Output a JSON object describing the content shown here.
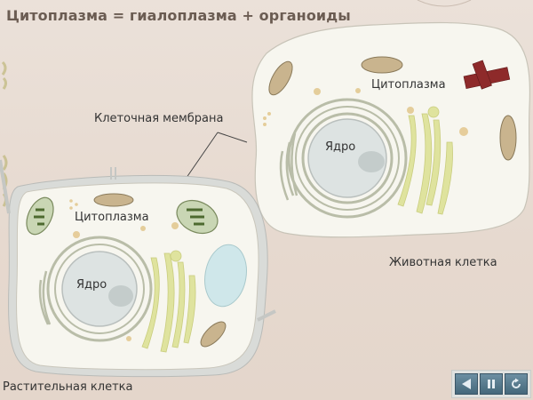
{
  "title": "Цитоплазма = гиалоплазма + органоиды",
  "labels": {
    "membrane": "Клеточная мембрана",
    "animal_cytoplasm": "Цитоплазма",
    "animal_nucleus": "Ядро",
    "animal_cell": "Животная клетка",
    "plant_cytoplasm": "Цитоплазма",
    "plant_nucleus": "Ядро",
    "plant_cell": "Растительная клетка"
  },
  "controls": [
    {
      "name": "back-button",
      "icon": "back-triangle-icon"
    },
    {
      "name": "pause-button",
      "icon": "pause-icon"
    },
    {
      "name": "replay-button",
      "icon": "replay-icon"
    }
  ],
  "colors": {
    "background": "#e8dcd3",
    "cell_fill": "#f7f6ef",
    "cell_wall": "#d9dbd8",
    "nucleus": "#dde3e2",
    "golgi": "#dfe39e",
    "vacuole": "#cfe7ea",
    "mitochondria": "#c9b48e",
    "chloroplast": "#c9d6b4",
    "centriole": "#8e2a2a",
    "title_text": "#6b5c52",
    "control_button": "#55788b"
  }
}
